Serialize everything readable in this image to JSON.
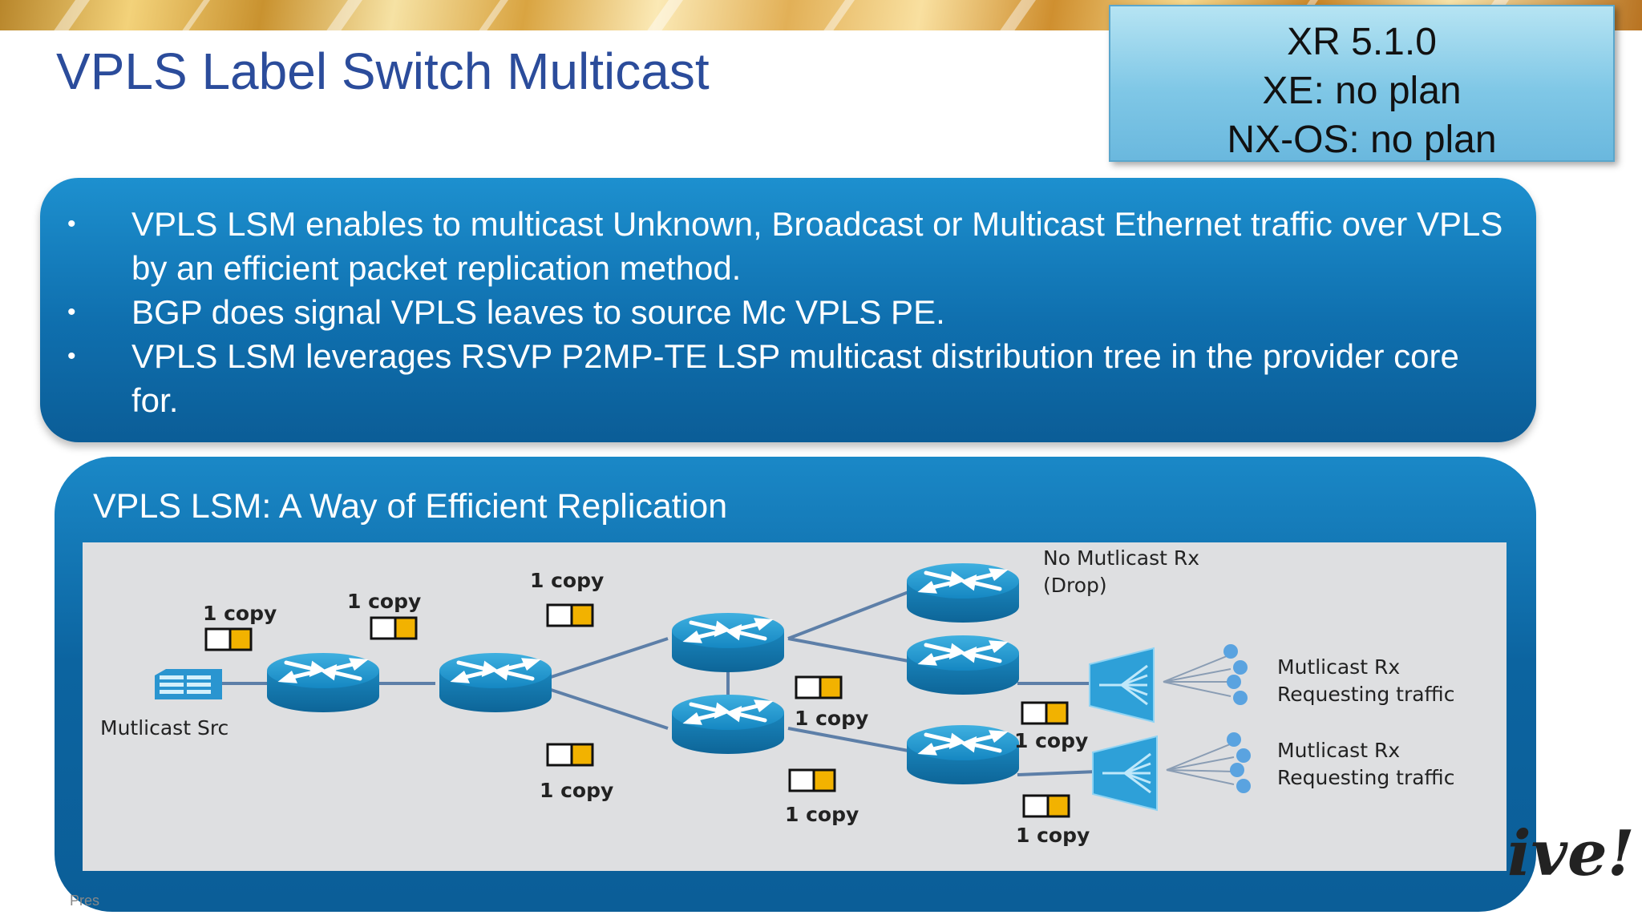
{
  "title": "VPLS Label Switch Multicast",
  "version_box": {
    "line1": "XR 5.1.0",
    "line2": "XE: no  plan",
    "line3": "NX-OS: no plan"
  },
  "bullets": [
    "VPLS LSM enables to multicast Unknown, Broadcast or Multicast Ethernet traffic over VPLS by an efficient packet replication method.",
    "BGP does signal VPLS leaves to source Mc VPLS PE.",
    "VPLS LSM leverages  RSVP P2MP-TE LSP multicast distribution tree in the provider core for."
  ],
  "bullet_marker": "•",
  "replication_panel": {
    "title": "VPLS LSM: A Way of Efficient Replication"
  },
  "diagram": {
    "copy_label": "1 copy",
    "source_label": "Mutlicast Src",
    "no_rx_label_line1": "No Mutlicast Rx",
    "no_rx_label_line2": "(Drop)",
    "rx_label_line1": "Mutlicast Rx",
    "rx_label_line2": "Requesting traffic"
  },
  "footer_text": "Pres",
  "logo_text": "ive!",
  "colors": {
    "title": "#2b4c9b",
    "panel_blue": "#0f6fae",
    "router_blue": "#1c8fc7",
    "packet_gold": "#f2b200",
    "diagram_bg": "#dedfe1"
  }
}
